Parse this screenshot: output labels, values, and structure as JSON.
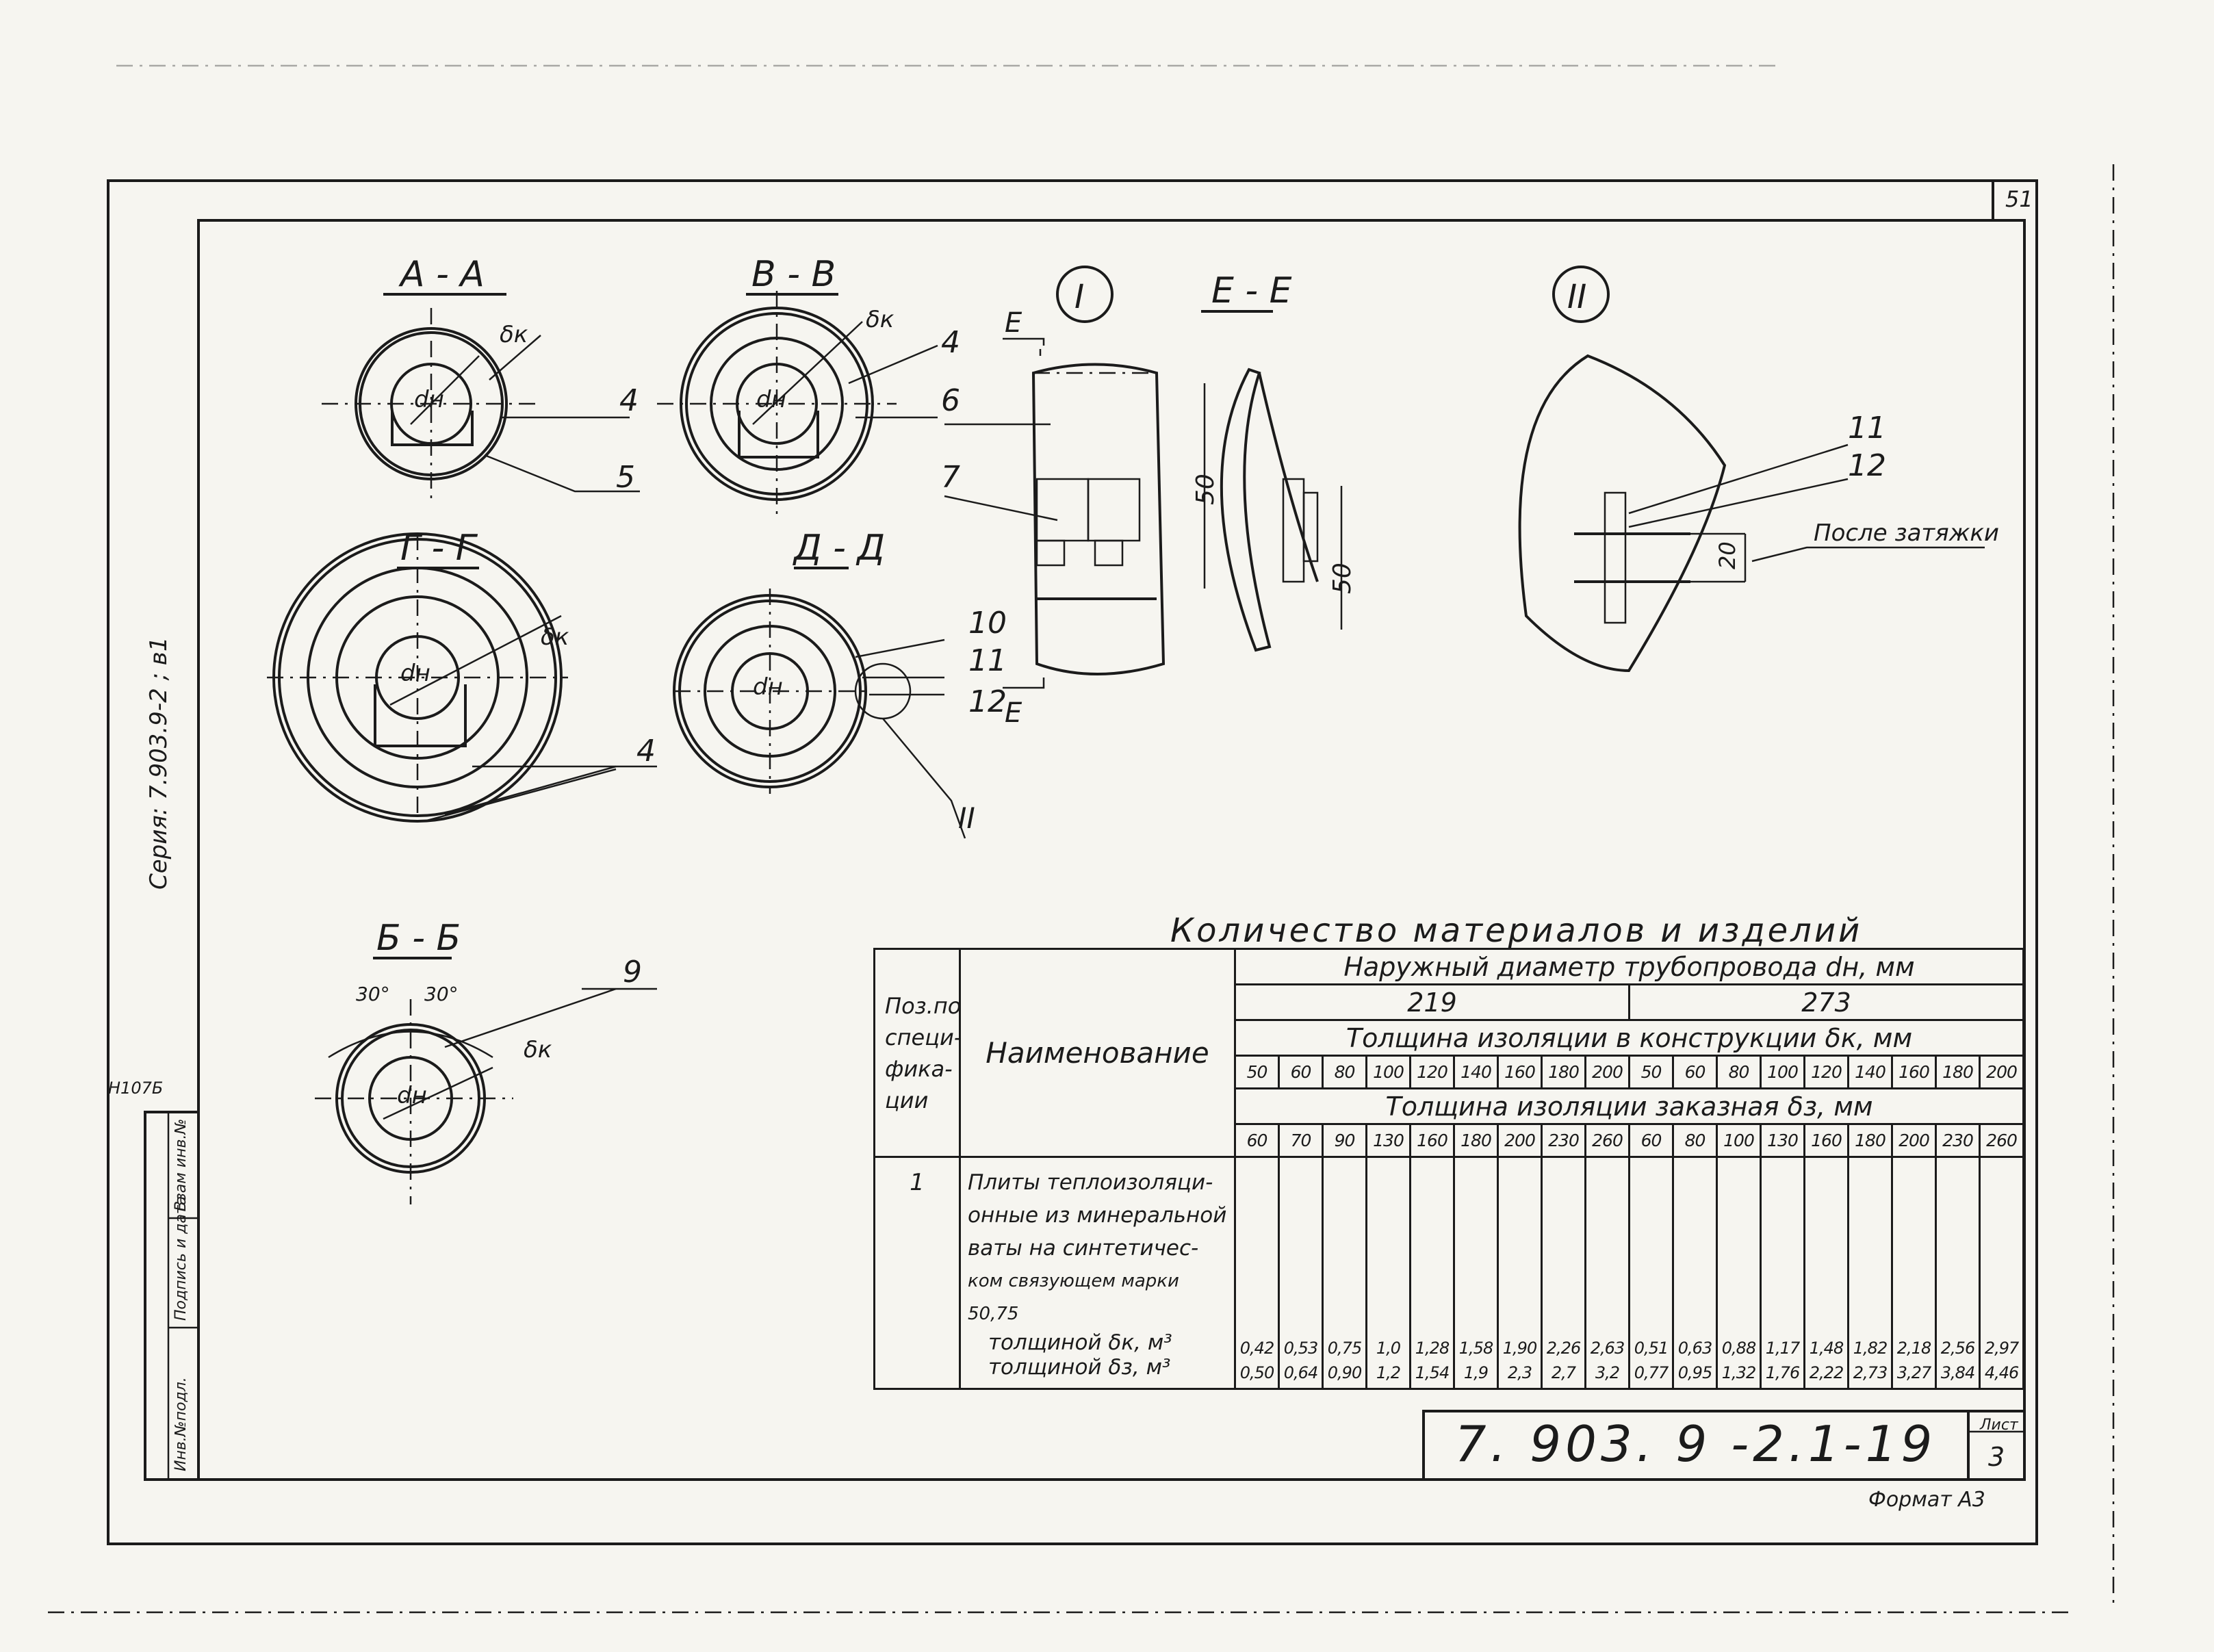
{
  "sheet": {
    "page_number": "51",
    "series": "Серия: 7.903.9-2 ; в1",
    "archive_number": "Н107Б",
    "side_cells": [
      "Инв.№подл.",
      "Подпись и дата",
      "Взам инв.№"
    ],
    "document_code": "7. 903. 9 -2.1-19",
    "sheet_label": "Лист",
    "sheet_number": "3",
    "format": "Формат А3"
  },
  "sections": {
    "a": "А - А",
    "v": "В - В",
    "g": "Г - Г",
    "d": "Д - Д",
    "b": "Б - Б",
    "e": "Е - Е",
    "node1": "I",
    "node2": "II",
    "e_cut_mark": "Е"
  },
  "labels": {
    "thickness": "δк",
    "diameter": "dн",
    "angle": "30°",
    "dim_50": "50",
    "dim_20": "20",
    "after_tightening": "После затяжки",
    "callouts": [
      "4",
      "5",
      "6",
      "7",
      "9",
      "10",
      "11",
      "12"
    ]
  },
  "table": {
    "title": "Количество материалов и изделий",
    "pos_header": "Поз.по специ- фика- ции",
    "name_header": "Наименование",
    "outer_diameter_header": "Наружный диаметр трубопровода dн, мм",
    "diameters": [
      "219",
      "273"
    ],
    "design_thickness_header": "Толщина изоляции в конструкции δк, мм",
    "design_thickness": [
      "50",
      "60",
      "80",
      "100",
      "120",
      "140",
      "160",
      "180",
      "200",
      "50",
      "60",
      "80",
      "100",
      "120",
      "140",
      "160",
      "180",
      "200"
    ],
    "order_thickness_header": "Толщина изоляции заказная δз, мм",
    "order_thickness": [
      "60",
      "70",
      "90",
      "130",
      "160",
      "180",
      "200",
      "230",
      "260",
      "60",
      "80",
      "100",
      "130",
      "160",
      "180",
      "200",
      "230",
      "260"
    ],
    "row": {
      "pos": "1",
      "desc_lines": [
        "Плиты теплоизоляци-",
        "онные из минеральной",
        "ваты на синтетичес-",
        "ком связующем марки 50,75",
        "толщиной δк, м³",
        "толщиной δз, м³"
      ],
      "values_k": [
        "0,42",
        "0,53",
        "0,75",
        "1,0",
        "1,28",
        "1,58",
        "1,90",
        "2,26",
        "2,63",
        "0,51",
        "0,63",
        "0,88",
        "1,17",
        "1,48",
        "1,82",
        "2,18",
        "2,56",
        "2,97"
      ],
      "values_z": [
        "0,50",
        "0,64",
        "0,90",
        "1,2",
        "1,54",
        "1,9",
        "2,3",
        "2,7",
        "3,2",
        "0,77",
        "0,95",
        "1,32",
        "1,76",
        "2,22",
        "2,73",
        "3,27",
        "3,84",
        "4,46"
      ]
    }
  }
}
